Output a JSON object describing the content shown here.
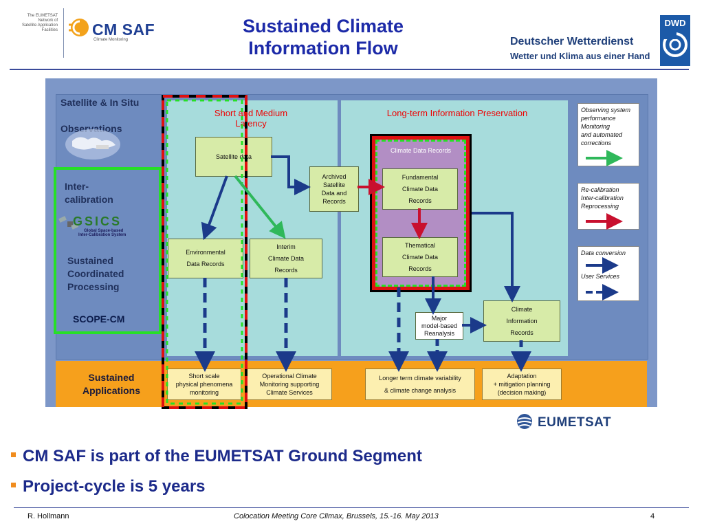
{
  "header": {
    "eumetsat_tagline": [
      "The EUMETSAT",
      "Network of",
      "Satellite Application",
      "Facilities"
    ],
    "cmsaf_name": "CM SAF",
    "cmsaf_sub": "Climate Monitoring",
    "title_line1": "Sustained Climate",
    "title_line2": "Information Flow",
    "dwd_name": "Deutscher Wetterdienst",
    "dwd_tagline": "Wetter und Klima aus einer Hand",
    "dwd_logo_text": "DWD"
  },
  "diagram": {
    "left": {
      "obs_line1": "Satellite & In Situ",
      "obs_line2": "Observations",
      "inter_line1": "Inter-",
      "inter_line2": "calibration",
      "gsics": "GSICS",
      "gsics_sub1": "Global Space-based",
      "gsics_sub2": "Inter-Calibration System",
      "proc_line1": "Sustained",
      "proc_line2": "Coordinated",
      "proc_line3": "Processing",
      "scope": "SCOPE-CM",
      "apps_line1": "Sustained",
      "apps_line2": "Applications"
    },
    "sections": {
      "short_line1": "Short and Medium",
      "short_line2": "Latency",
      "long": "Long-term Information Preservation",
      "cdr_group": "Climate Data Records"
    },
    "boxes": {
      "satellite_data": "Satellite data",
      "archived": [
        "Archived",
        "Satellite",
        "Data and",
        "Records"
      ],
      "fundamental": [
        "Fundamental",
        "Climate Data",
        "Records"
      ],
      "thematical": [
        "Thematical",
        "Climate Data",
        "Records"
      ],
      "environmental": [
        "Environmental",
        "Data Records"
      ],
      "interim": [
        "Interim",
        "Climate Data",
        "Records"
      ],
      "reanalysis": [
        "Major",
        "model-based",
        "Reanalysis"
      ],
      "climate_info": [
        "Climate",
        "Information",
        "Records"
      ]
    },
    "applications": {
      "short_scale": [
        "Short scale",
        "physical phenomena",
        "monitoring"
      ],
      "operational": [
        "Operational Climate",
        "Monitoring supporting",
        "Climate Services"
      ],
      "longer_term": [
        "Longer term climate variability",
        "& climate change analysis"
      ],
      "adaptation": [
        "Adaptation",
        "+ mitigation planning",
        "(decision making)"
      ]
    },
    "legend": {
      "observing": [
        "Observing system",
        "performance",
        "Monitoring",
        "and automated",
        "corrections"
      ],
      "recal": [
        "Re-calibration",
        "Inter-calibration",
        "Reprocessing"
      ],
      "data_conversion": "Data conversion",
      "user_services": "User Services"
    },
    "colors": {
      "arrow_navy": "#1b3a8a",
      "arrow_green": "#2fb85a",
      "arrow_red": "#c8102e",
      "highlight_green": "#26e026",
      "region": "#a7dcdc",
      "applications_bar": "#f6a01c"
    }
  },
  "eumetsat_logo": "EUMETSAT",
  "bullets": [
    "CM SAF is part of the EUMETSAT Ground Segment",
    "Project-cycle is 5 years"
  ],
  "footer": {
    "author": "R. Hollmann",
    "event": "Colocation Meeting Core Climax, Brussels, 15.-16. May 2013",
    "page": "4"
  }
}
